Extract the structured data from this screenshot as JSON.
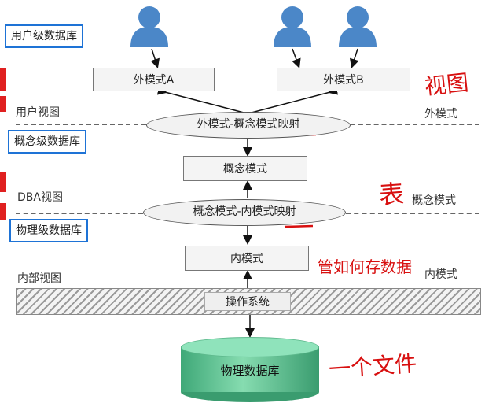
{
  "levels": {
    "user_db": "用户级数据库",
    "concept_db": "概念级数据库",
    "physical_db": "物理级数据库"
  },
  "boxes": {
    "external_a": "外模式A",
    "external_b": "外模式B",
    "conceptual": "概念模式",
    "internal": "内模式"
  },
  "mappings": {
    "ext_concept": "外模式-概念模式映射",
    "concept_int": "概念模式-内模式映射"
  },
  "views": {
    "user_view": "用户视图",
    "dba_view": "DBA视图",
    "internal_view": "内部视图"
  },
  "right_labels": {
    "external": "外模式",
    "conceptual": "概念模式",
    "internal": "内模式"
  },
  "os_label": "操作系统",
  "physical_db_label": "物理数据库",
  "handwritten": {
    "view_note": "视图",
    "table_note": "表",
    "storage_note": "管如何存数据",
    "file_note": "一个文件"
  },
  "colors": {
    "accent": "#1e73d6",
    "annotation": "#d81010",
    "user_icon": "#4b87c8",
    "database": "#5cc893"
  },
  "icons": [
    "user-icon",
    "user-icon",
    "user-icon"
  ]
}
